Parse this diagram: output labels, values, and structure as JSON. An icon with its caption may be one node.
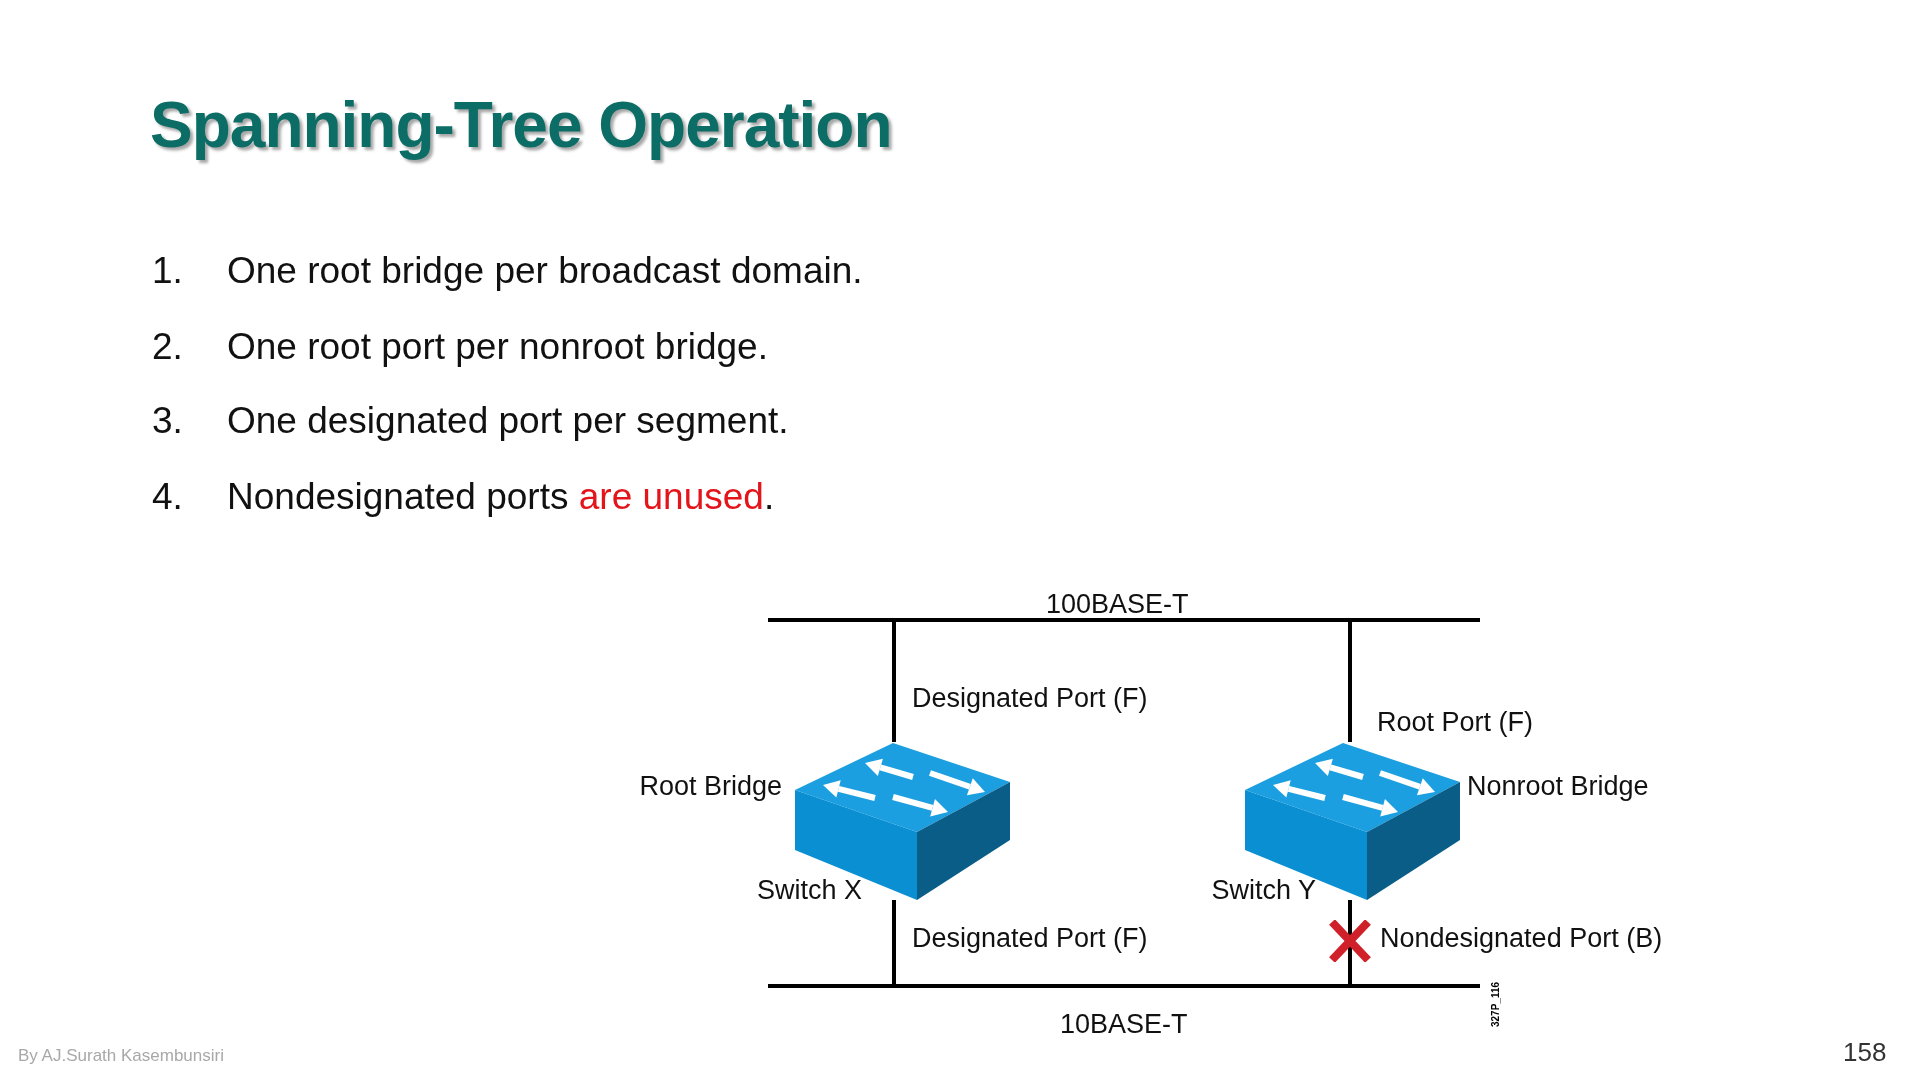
{
  "diagram": {
    "title": "Spanning-Tree Operation",
    "nodes": [
      {
        "text": [
          "100BASE-T"
        ]
      },
      {
        "text": [],
        "shape": "picture",
        "beside": [
          "Root Bridge",
          "Switch X"
        ]
      },
      {
        "text": [],
        "shape": "picture",
        "beside": [
          "Nonroot Bridge",
          "Switch Y"
        ]
      },
      {
        "text": [
          "10BASE-T"
        ]
      }
    ],
    "edges": [
      {
        "from": 0,
        "to": 1,
        "arrow": "none",
        "label": "Designated Port (F)"
      },
      {
        "from": 0,
        "to": 2,
        "arrow": "none",
        "label": "Root Port (F)"
      },
      {
        "from": 1,
        "to": 3,
        "arrow": "none",
        "label": "Designated Port (F)"
      },
      {
        "from": 2,
        "to": 3,
        "arrow": "none",
        "label": "Nondesignated Port (B)"
      }
    ],
    "labels": [
      "1.",
      "One root bridge per broadcast domain.",
      "2.",
      "One root port per nonroot bridge.",
      "3.",
      "One designated port per segment.",
      "4.",
      "Nondesignated ports *are unused*.",
      "327P_116",
      "By AJ.Surath Kasembunsiri",
      "158"
    ]
  }
}
